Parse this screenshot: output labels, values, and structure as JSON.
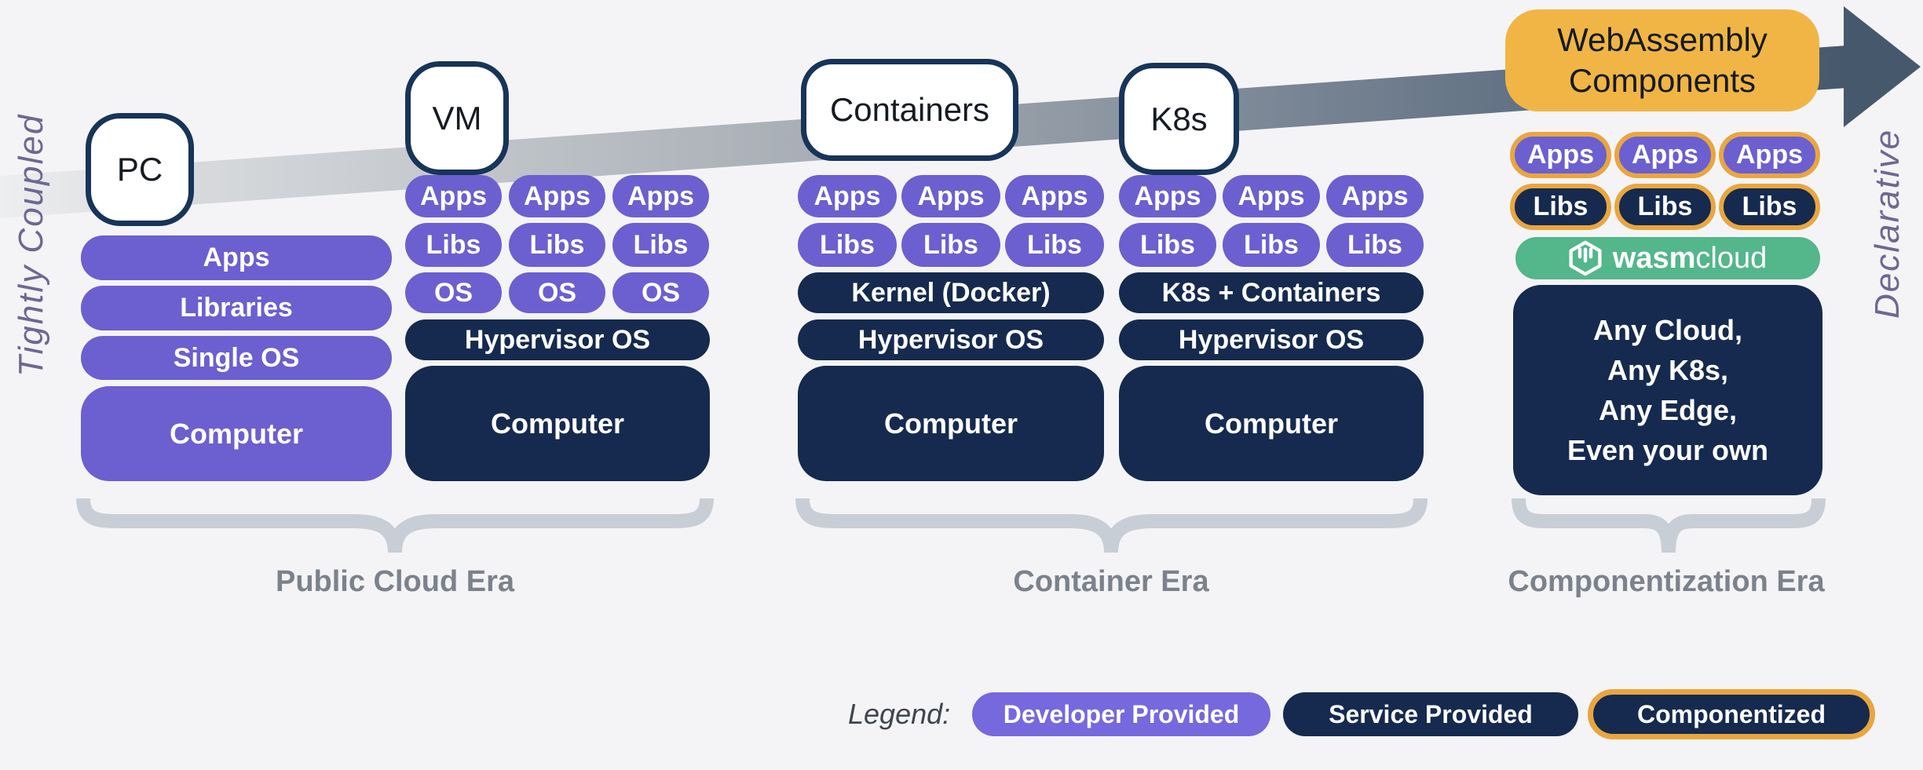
{
  "side_labels": {
    "left": "Tightly Coupled",
    "right": "Declarative"
  },
  "stage_boxes": {
    "pc": "PC",
    "vm": "VM",
    "containers": "Containers",
    "k8s": "K8s",
    "wasm": "WebAssembly Components"
  },
  "columns": {
    "pc": {
      "bars": [
        "Apps",
        "Libraries",
        "Single OS"
      ],
      "computer": "Computer"
    },
    "vm": {
      "pills": {
        "apps": [
          "Apps",
          "Apps",
          "Apps"
        ],
        "libs": [
          "Libs",
          "Libs",
          "Libs"
        ],
        "os": [
          "OS",
          "OS",
          "OS"
        ]
      },
      "hypervisor": "Hypervisor OS",
      "computer": "Computer"
    },
    "containers": {
      "pills": {
        "apps": [
          "Apps",
          "Apps",
          "Apps"
        ],
        "libs": [
          "Libs",
          "Libs",
          "Libs"
        ]
      },
      "kernel": "Kernel (Docker)",
      "hypervisor": "Hypervisor OS",
      "computer": "Computer"
    },
    "k8s": {
      "pills": {
        "apps": [
          "Apps",
          "Apps",
          "Apps"
        ],
        "libs": [
          "Libs",
          "Libs",
          "Libs"
        ]
      },
      "kernel": "K8s + Containers",
      "hypervisor": "Hypervisor OS",
      "computer": "Computer"
    },
    "wasm": {
      "pills": {
        "apps": [
          "Apps",
          "Apps",
          "Apps"
        ],
        "libs": [
          "Libs",
          "Libs",
          "Libs"
        ]
      },
      "platform": {
        "bold": "wasm",
        "light": "cloud"
      },
      "runs_on": "Any Cloud,\nAny K8s,\nAny Edge,\nEven your own"
    }
  },
  "eras": {
    "public_cloud": "Public Cloud Era",
    "container": "Container Era",
    "componentization": "Componentization Era"
  },
  "legend": {
    "label": "Legend:",
    "developer": "Developer Provided",
    "service": "Service Provided",
    "componentized": "Componentized"
  },
  "colors": {
    "developer_purple": "#6C5FD0",
    "service_navy": "#152A4E",
    "componentized_orange": "#F0B545",
    "pill_border_orange": "#E9A63F",
    "wasmcloud_green": "#54B68B",
    "arrow_dark": "#46586C",
    "brace_gray": "#C8CED6",
    "era_text_gray": "#7B828B",
    "side_label_purple": "#6E6792"
  }
}
